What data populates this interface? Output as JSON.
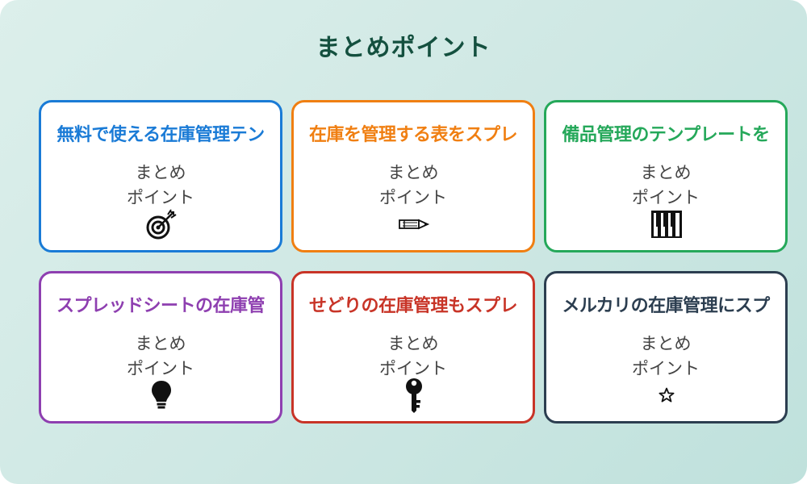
{
  "page": {
    "title": "まとめポイント"
  },
  "cards": [
    {
      "title": "無料で使える在庫管理テン",
      "line1": "まとめ",
      "line2": "ポイント",
      "icon": "target-icon",
      "color": "#1a7bd6"
    },
    {
      "title": "在庫を管理する表をスプレ",
      "line1": "まとめ",
      "line2": "ポイント",
      "icon": "pencil-icon",
      "color": "#f07f12"
    },
    {
      "title": "備品管理のテンプレートを",
      "line1": "まとめ",
      "line2": "ポイント",
      "icon": "piano-keys-icon",
      "color": "#25a85a"
    },
    {
      "title": "スプレッドシートの在庫管",
      "line1": "まとめ",
      "line2": "ポイント",
      "icon": "lightbulb-icon",
      "color": "#8e3fb0"
    },
    {
      "title": "せどりの在庫管理もスプレ",
      "line1": "まとめ",
      "line2": "ポイント",
      "icon": "key-icon",
      "color": "#c83427"
    },
    {
      "title": "メルカリの在庫管理にスプ",
      "line1": "まとめ",
      "line2": "ポイント",
      "icon": "star-icon",
      "color": "#2c3e50"
    }
  ]
}
